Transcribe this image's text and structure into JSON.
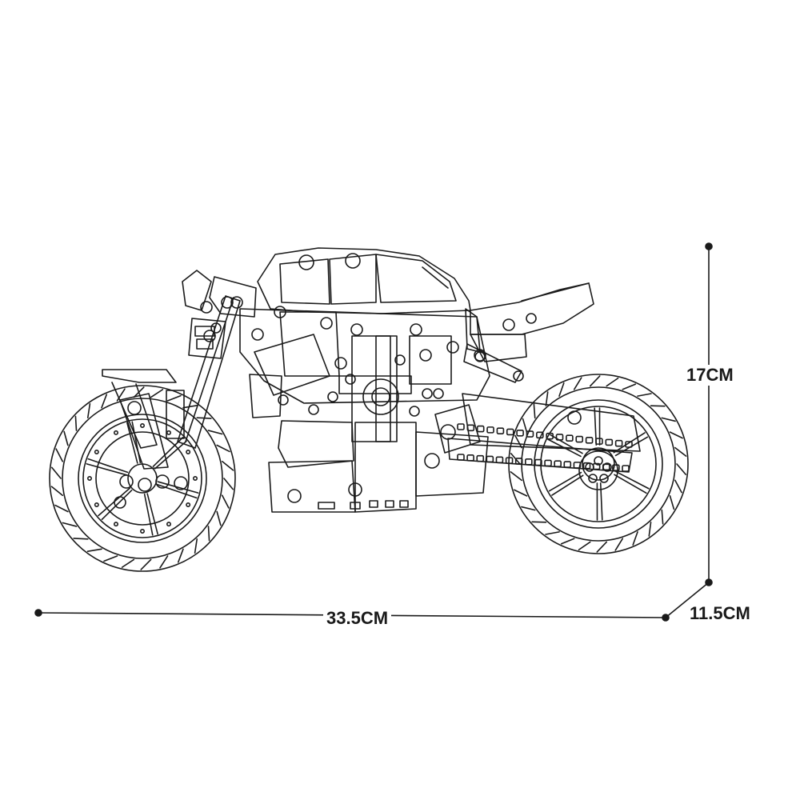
{
  "dimensions": {
    "length": "33.5CM",
    "height": "17CM",
    "depth": "11.5CM"
  },
  "colors": {
    "line": "#1a1a1a",
    "background": "#ffffff"
  },
  "subject_icon": "motorcycle-line-drawing"
}
